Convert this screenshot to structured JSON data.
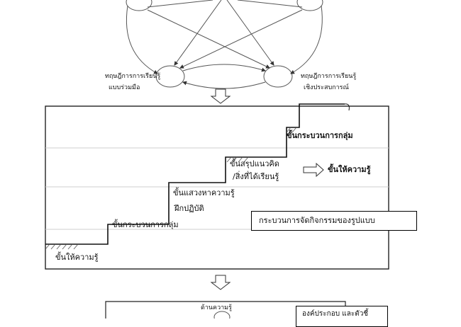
{
  "pentagon": {
    "bottom_left_label_line1": "ทฤษฎีการการเรียนรู้",
    "bottom_left_label_line2": "แบบร่วมมือ",
    "bottom_right_label_line1": "ทฤษฎีการการเรียนรู้",
    "bottom_right_label_line2": "เชิงประสบการณ์"
  },
  "stairs": {
    "step1": "ขั้นให้ความรู้",
    "step2": "ขั้นกระบวนการกลุ่ม",
    "step3_line1": "ขั้นแสวงหาความรู้",
    "step3_line2": "ฝึกปฏิบัติ",
    "step4_line1": "ขั้นสรุปแนวคิด",
    "step4_line2": "/สิ่งที่ได้เรียนรู้",
    "step5": "ขั้นกระบวนการกลุ่ม",
    "arrow_label": "ขั้นให้ความรู้",
    "process_box": "กระบวนการจัดกิจกรรมของรูปแบบ"
  },
  "bottom_section": {
    "node_label": "ด้านความรู้",
    "corner_box": "องค์ประกอบ และตัวชี้"
  }
}
